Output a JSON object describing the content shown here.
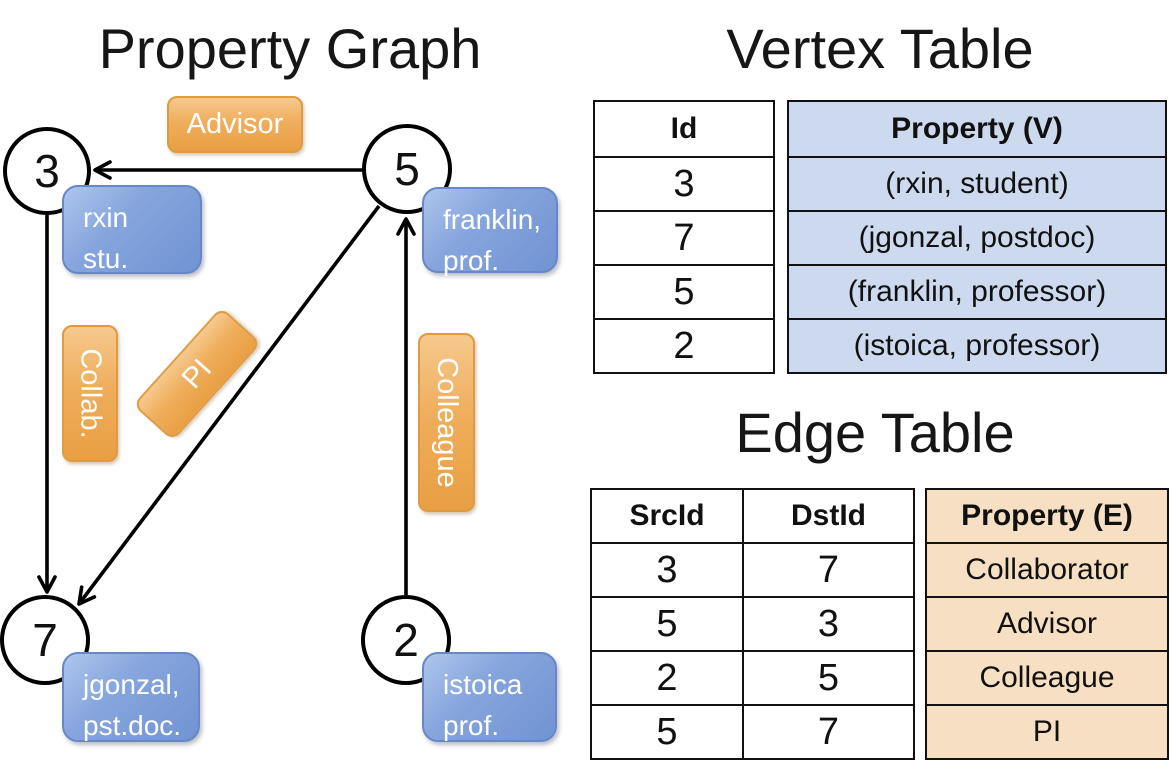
{
  "titles": {
    "graph": "Property Graph",
    "vertex_table": "Vertex Table",
    "edge_table": "Edge Table"
  },
  "graph": {
    "nodes": [
      {
        "id": "3",
        "property": [
          "rxin",
          "stu."
        ]
      },
      {
        "id": "5",
        "property": [
          "franklin,",
          "prof."
        ]
      },
      {
        "id": "7",
        "property": [
          "jgonzal,",
          "pst.doc."
        ]
      },
      {
        "id": "2",
        "property": [
          "istoica",
          "prof."
        ]
      }
    ],
    "edge_labels": {
      "advisor": "Advisor",
      "collab": "Collab.",
      "pi": "PI",
      "colleague": "Colleague"
    }
  },
  "vertex_table": {
    "columns": {
      "id": "Id",
      "property": "Property (V)"
    },
    "rows": [
      {
        "id": "3",
        "property": "(rxin, student)"
      },
      {
        "id": "7",
        "property": "(jgonzal, postdoc)"
      },
      {
        "id": "5",
        "property": "(franklin, professor)"
      },
      {
        "id": "2",
        "property": "(istoica, professor)"
      }
    ]
  },
  "edge_table": {
    "columns": {
      "src": "SrcId",
      "dst": "DstId",
      "property": "Property (E)"
    },
    "rows": [
      {
        "src": "3",
        "dst": "7",
        "property": "Collaborator"
      },
      {
        "src": "5",
        "dst": "3",
        "property": "Advisor"
      },
      {
        "src": "2",
        "dst": "5",
        "property": "Colleague"
      },
      {
        "src": "5",
        "dst": "7",
        "property": "PI"
      }
    ]
  },
  "colors": {
    "vertex_box_blue": "#7e9ed9",
    "edge_label_orange": "#eda64f",
    "vertex_table_column_fill": "#cdd9ee",
    "edge_table_column_fill": "#f6dfc3",
    "line_black": "#000000"
  }
}
